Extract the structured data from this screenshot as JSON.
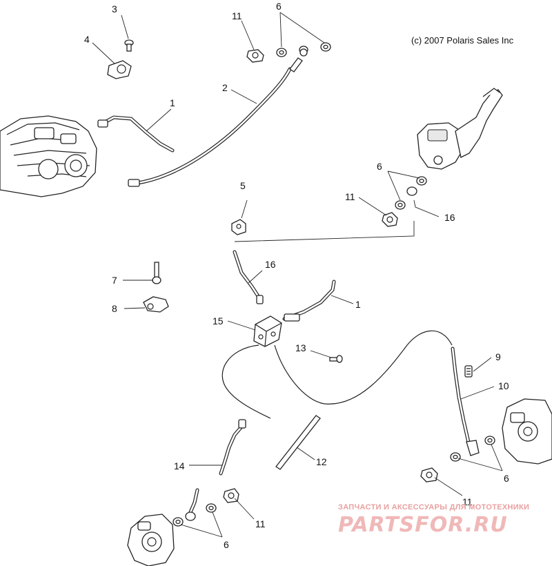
{
  "copyright": "(c) 2007 Polaris Sales Inc",
  "watermark": {
    "tagline": "ЗАПЧАСТИ И АКСЕССУАРЫ ДЛЯ МОТОТЕХНИКИ",
    "brand": "PARTSFOR.RU"
  },
  "callouts": {
    "c1a": "1",
    "c1b": "1",
    "c2": "2",
    "c3": "3",
    "c4": "4",
    "c5": "5",
    "c6a": "6",
    "c6b": "6",
    "c6c": "6",
    "c6d": "6",
    "c7": "7",
    "c8": "8",
    "c9": "9",
    "c10": "10",
    "c11a": "11",
    "c11b": "11",
    "c11c": "11",
    "c11d": "11",
    "c12": "12",
    "c13": "13",
    "c14": "14",
    "c15": "15",
    "c16a": "16",
    "c16b": "16"
  }
}
